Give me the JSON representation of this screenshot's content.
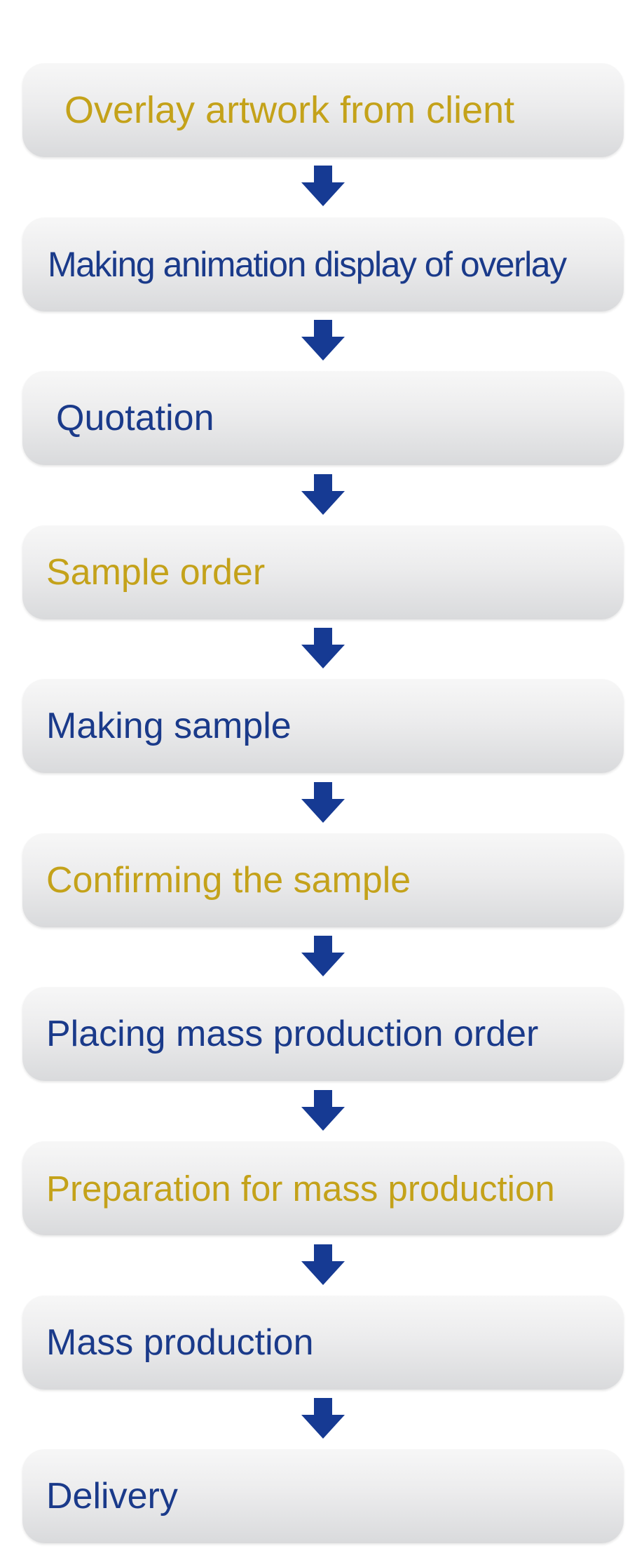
{
  "colors": {
    "gold": "#c4a21a",
    "navy": "#1a3a8a",
    "arrow": "#163a93"
  },
  "steps": [
    {
      "label": "Overlay artwork from client",
      "color": "gold"
    },
    {
      "label": "Making animation display of overlay",
      "color": "navy"
    },
    {
      "label": "Quotation",
      "color": "navy"
    },
    {
      "label": "Sample order",
      "color": "gold"
    },
    {
      "label": "Making sample",
      "color": "navy"
    },
    {
      "label": "Confirming the sample",
      "color": "gold"
    },
    {
      "label": "Placing mass production order",
      "color": "navy"
    },
    {
      "label": "Preparation for mass production",
      "color": "gold"
    },
    {
      "label": "Mass production",
      "color": "navy"
    },
    {
      "label": "Delivery",
      "color": "navy"
    }
  ]
}
